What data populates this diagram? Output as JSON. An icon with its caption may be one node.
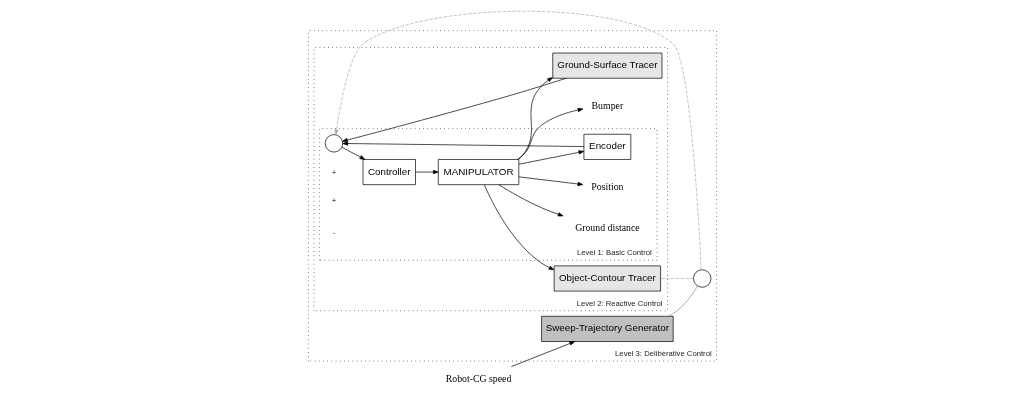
{
  "diagram": {
    "nodes": [
      {
        "text": [
          "Level 3: Deliberative Control"
        ]
      },
      {
        "text": [
          "Robot-CG speed"
        ]
      },
      {
        "text": [
          "Sweep-Trajectory Generator"
        ],
        "in": 0
      },
      {
        "text": [],
        "shape": "circle",
        "in": 0
      },
      {
        "text": [
          "Level 2: Reactive Control"
        ],
        "in": 0
      },
      {
        "text": [
          "Object-Contour Tracer"
        ],
        "in": 4
      },
      {
        "text": [
          "Ground-Surface Tracer"
        ],
        "in": 4
      },
      {
        "text": [
          "Level 1: Basic Control"
        ],
        "in": 4
      },
      {
        "text": [],
        "shape": "circle",
        "in": 7
      },
      {
        "text": [
          "Controller"
        ],
        "in": 7
      },
      {
        "text": [
          "MANIPULATOR"
        ],
        "in": 7
      },
      {
        "text": [
          "Ground distance"
        ],
        "in": 7
      },
      {
        "text": [
          "Bumper"
        ],
        "in": 4
      },
      {
        "text": [
          "Position"
        ],
        "in": 7
      },
      {
        "text": [
          "Encoder"
        ],
        "in": 7
      }
    ],
    "edges": [
      {
        "from": 1,
        "to": 2,
        "arrow": "to"
      },
      {
        "from": 2,
        "to": 3,
        "arrow": "none",
        "color": "#888888"
      },
      {
        "from": 3,
        "to": 8,
        "arrow": "to",
        "style": "dashed",
        "color": "#aaaaaa"
      },
      {
        "from": 5,
        "to": 3,
        "arrow": "none",
        "style": "dashed",
        "color": "#aaaaaa"
      },
      {
        "from": 6,
        "to": 8,
        "arrow": "to"
      },
      {
        "from": 14,
        "to": 8,
        "arrow": "to"
      },
      {
        "from": 8,
        "to": 9,
        "arrow": "to"
      },
      {
        "from": 9,
        "to": 10,
        "arrow": "to"
      },
      {
        "from": 10,
        "to": 11,
        "arrow": "to"
      },
      {
        "from": 10,
        "to": 12,
        "arrow": "to"
      },
      {
        "from": 10,
        "to": 13,
        "arrow": "to"
      },
      {
        "from": 10,
        "to": 6,
        "arrow": "to"
      },
      {
        "from": 10,
        "to": 5,
        "arrow": "to"
      },
      {
        "from": 10,
        "to": 14,
        "arrow": "to"
      }
    ],
    "labels": [
      "+",
      "+",
      "-"
    ]
  }
}
